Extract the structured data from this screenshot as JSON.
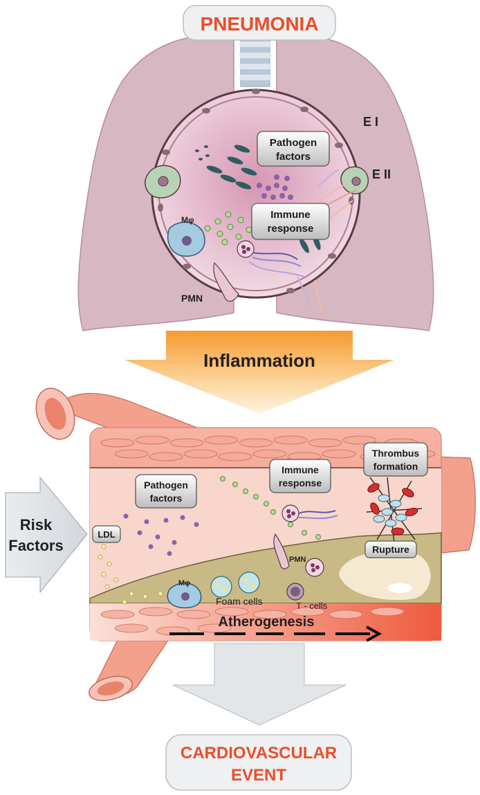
{
  "title": "PNEUMONIA",
  "outcome": {
    "line1": "CARDIOVASCULAR",
    "line2": "EVENT"
  },
  "lung_labels": {
    "epithelium_1": "E I",
    "epithelium_2": "E II",
    "macrophage": "Mφ",
    "neutrophil": "PMN",
    "pathogen_factors": {
      "line1": "Pathogen",
      "line2": "factors"
    },
    "immune_response": {
      "line1": "Immune",
      "line2": "response"
    }
  },
  "inflammation_label": "Inflammation",
  "risk_factors": {
    "line1": "Risk",
    "line2": "Factors"
  },
  "vessel_labels": {
    "pathogen_factors": {
      "line1": "Pathogen",
      "line2": "factors"
    },
    "immune_response": {
      "line1": "Immune",
      "line2": "response"
    },
    "thrombus_formation": {
      "line1": "Thrombus",
      "line2": "formation"
    },
    "ldl": "LDL",
    "rupture": "Rupture",
    "neutrophil": "PMN",
    "macrophage": "Mφ",
    "foam_cells": "Foam cells",
    "t_cells": "T - cells",
    "atherogenesis": "Atherogenesis"
  },
  "colors": {
    "title_red": "#ec4d28",
    "lung_pink": "#d7b7c1",
    "alveolus": "#e7cfd9",
    "vessel_salmon": "#f3a08d",
    "plaque_olive": "#c9b985",
    "inflammation_orange": "#f7a23a",
    "label_box_gray": "#e6e6e6"
  }
}
